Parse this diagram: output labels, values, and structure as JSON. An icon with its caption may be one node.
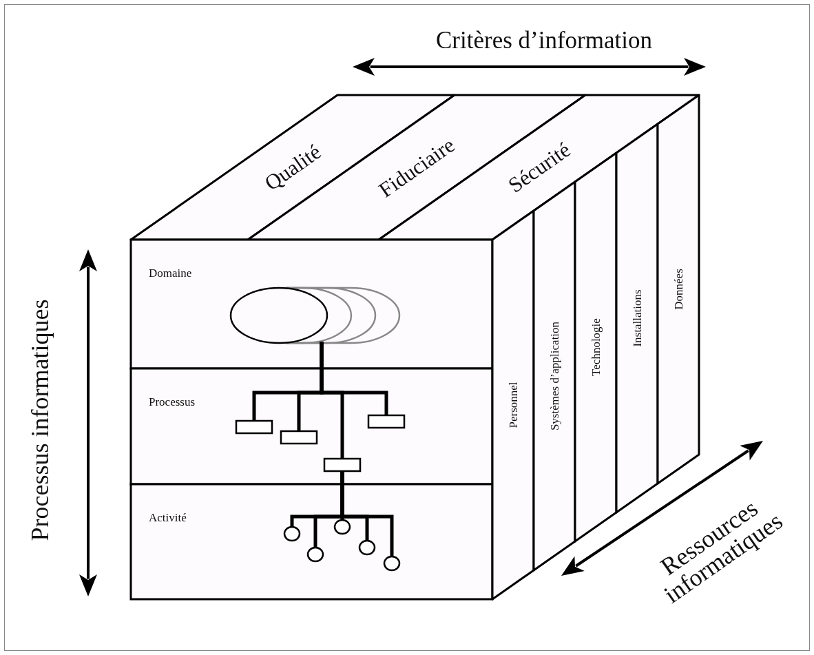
{
  "diagram": {
    "nodes": [
      {
        "text": [
          "Qualité"
        ]
      },
      {
        "text": [
          "Fiduciaire"
        ]
      },
      {
        "text": [
          "Sécurité"
        ]
      },
      {
        "text": [
          "Domaine"
        ]
      },
      {
        "text": [],
        "shape": "ellipse",
        "in": 3
      },
      {
        "text": [
          "Processus"
        ]
      },
      {
        "text": [],
        "shape": "box",
        "in": 5
      },
      {
        "text": [],
        "shape": "box",
        "in": 5
      },
      {
        "text": [],
        "shape": "box",
        "in": 5
      },
      {
        "text": [],
        "shape": "box",
        "in": 5
      },
      {
        "text": [
          "Activité"
        ]
      },
      {
        "text": [],
        "shape": "circle",
        "in": 10
      },
      {
        "text": [],
        "shape": "circle",
        "in": 10
      },
      {
        "text": [],
        "shape": "circle",
        "in": 10
      },
      {
        "text": [],
        "shape": "circle",
        "in": 10
      },
      {
        "text": [],
        "shape": "circle",
        "in": 10
      },
      {
        "text": [
          "Personnel"
        ]
      },
      {
        "text": [
          "Systèmes d’application"
        ]
      },
      {
        "text": [
          "Technologie"
        ]
      },
      {
        "text": [
          "Installations"
        ]
      },
      {
        "text": [
          "Données"
        ]
      }
    ],
    "edges": [
      {
        "from": 4,
        "to": 6,
        "arrow": "none"
      },
      {
        "from": 4,
        "to": 7,
        "arrow": "none"
      },
      {
        "from": 4,
        "to": 8,
        "arrow": "none"
      },
      {
        "from": 4,
        "to": 9,
        "arrow": "none"
      },
      {
        "from": 8,
        "to": 11,
        "arrow": "none"
      },
      {
        "from": 8,
        "to": 12,
        "arrow": "none"
      },
      {
        "from": 8,
        "to": 13,
        "arrow": "none"
      },
      {
        "from": 8,
        "to": 14,
        "arrow": "none"
      },
      {
        "from": 8,
        "to": 15,
        "arrow": "none"
      }
    ],
    "labels": [
      "Critères d’information",
      "Processus informatiques",
      "Ressources informatiques"
    ]
  }
}
